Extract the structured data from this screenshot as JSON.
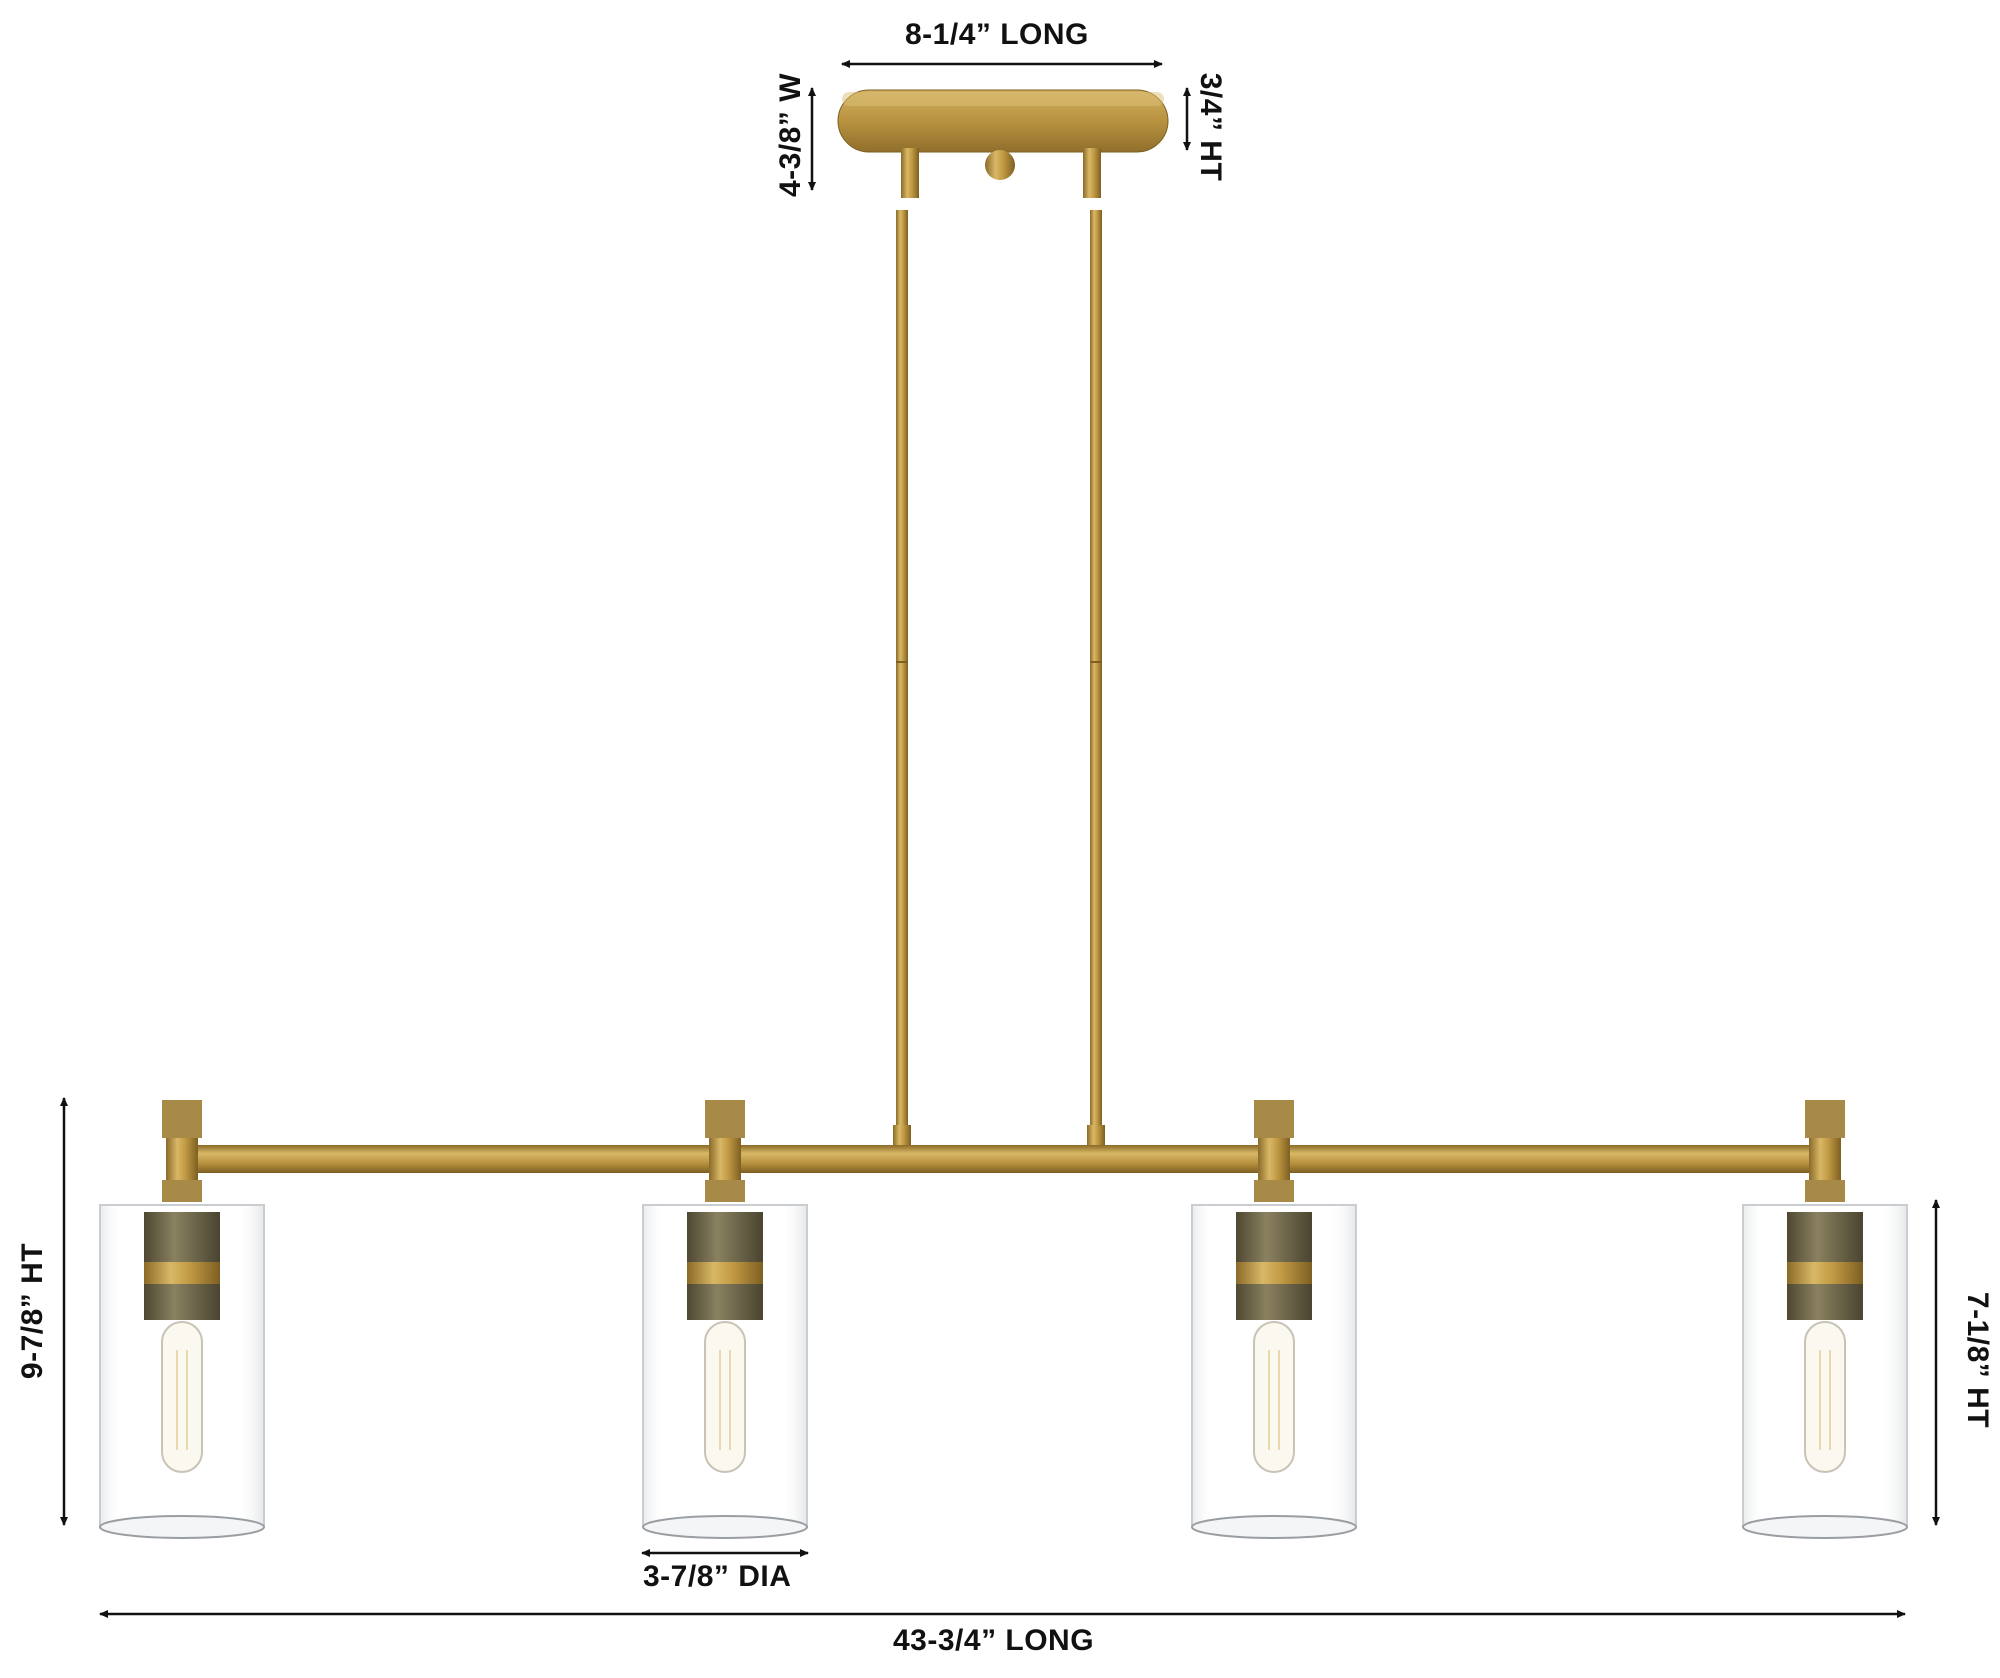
{
  "figure": {
    "subject": "4-light linear island pendant, brass finish, clear cylinder glass shades",
    "light_count": 4,
    "colors": {
      "brass": "#b8923f",
      "brass_light": "#d8b866",
      "brass_dark": "#8a6a28",
      "socket_dark": "#6d6548",
      "glass_edge": "#c9ccd0",
      "dimension_line": "#111111",
      "background": "#ffffff"
    }
  },
  "dimensions": {
    "canopy_length": "8-1/4” LONG",
    "canopy_width": "4-3/8” W",
    "canopy_height": "3/4” HT",
    "fixture_height": "9-7/8” HT",
    "shade_height": "7-1/8” HT",
    "shade_diameter": "3-7/8” DIA",
    "overall_length": "43-3/4” LONG"
  }
}
